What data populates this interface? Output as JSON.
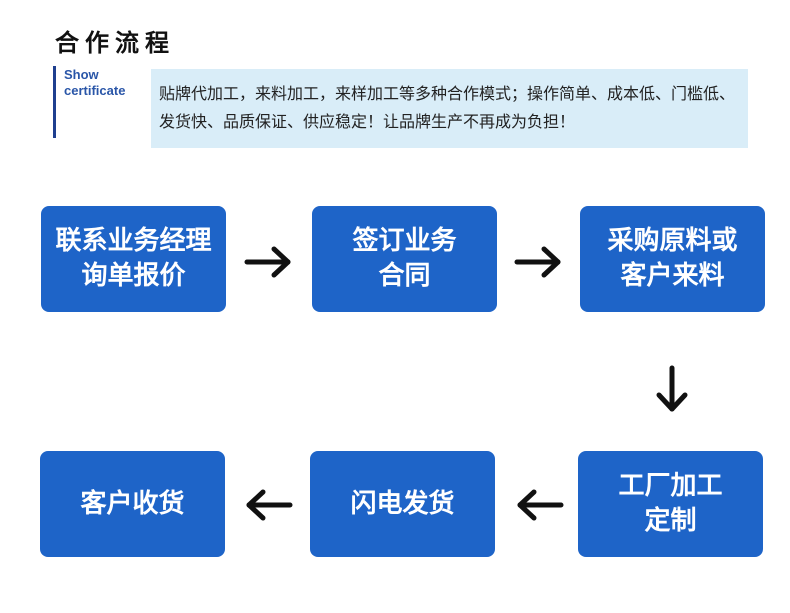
{
  "header": {
    "title": "合作流程",
    "subtitle_line1": "Show",
    "subtitle_line2": "certificate",
    "description": "贴牌代加工，来料加工，来样加工等多种合作模式；操作简单、成本低、门槛低、发货快、品质保证、供应稳定！让品牌生产不再成为负担！"
  },
  "flow": {
    "steps": [
      {
        "line1": "联系业务经理",
        "line2": "询单报价"
      },
      {
        "line1": "签订业务",
        "line2": "合同"
      },
      {
        "line1": "采购原料或",
        "line2": "客户来料"
      },
      {
        "line1": "工厂加工",
        "line2": "定制"
      },
      {
        "line1": "闪电发货",
        "line2": ""
      },
      {
        "line1": "客户收货",
        "line2": ""
      }
    ],
    "colors": {
      "box": "#1e64c8",
      "box_text": "#ffffff",
      "arrow": "#111111",
      "description_bg": "#d9edf8",
      "accent_bar": "#1f3f8f",
      "subtitle": "#2a56a8"
    }
  }
}
